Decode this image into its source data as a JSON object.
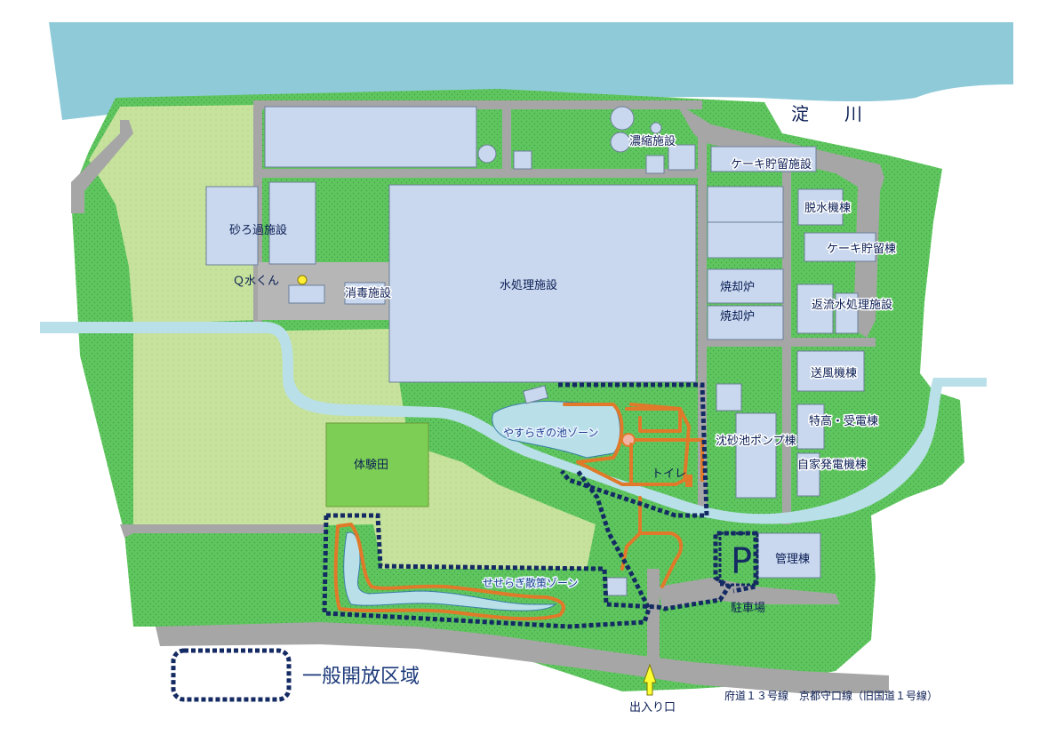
{
  "river": {
    "name": "淀　　川"
  },
  "facilities": {
    "sand_filter": "砂ろ過施設",
    "disinfection": "消毒施設",
    "water_treatment": "水処理施設",
    "thickening": "濃縮施設",
    "cake_storage_1": "ケーキ貯留施設",
    "dewatering": "脱水機棟",
    "cake_storage_2": "ケーキ貯留棟",
    "incinerator_1": "焼却炉",
    "incinerator_2": "焼却炉",
    "return_water": "返流水処理施設",
    "blower": "送風機棟",
    "substation": "特高・受電棟",
    "grit_pump": "沈砂池ポンプ棟",
    "generator": "自家発電機棟",
    "management": "管理棟",
    "experience_field": "体験田",
    "toilet": "トイレ",
    "mascot": "Ｑ水くん",
    "parking_symbol": "P",
    "parking": "駐車場",
    "entrance": "出入り口"
  },
  "zones": {
    "pond": "やすらぎの池ゾーン",
    "stream": "せせらぎ散策ゾーン"
  },
  "road": {
    "label": "府道１３号線　京都守口線（旧国道１号線）"
  },
  "legend": {
    "public_area": "一般開放区域"
  },
  "colors": {
    "river": "#8fcad9",
    "grass": "#5fc65f",
    "light_field": "#c7e29c",
    "building": "#c9d8ee",
    "road": "#a6a6a6",
    "public_border": "#142a63",
    "walking_path": "#e07a2a",
    "entrance_arrow": "#ffff33"
  }
}
